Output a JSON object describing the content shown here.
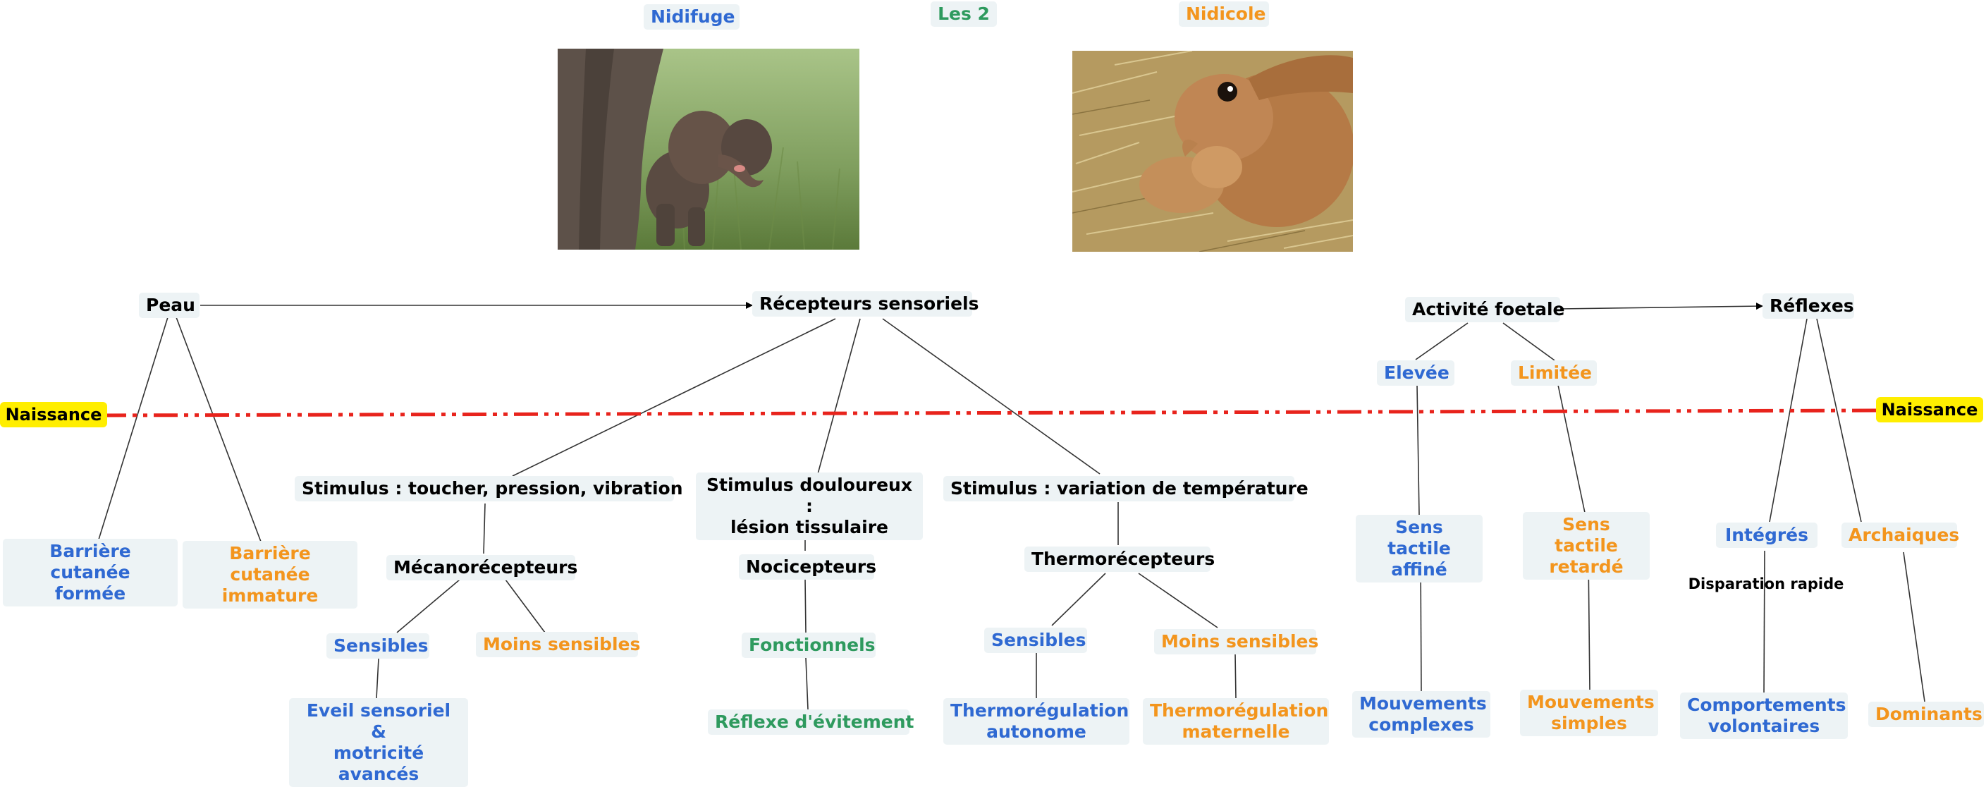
{
  "header": {
    "nidifuge": "Nidifuge",
    "les2": "Les 2",
    "nidicole": "Nidicole"
  },
  "timeline": {
    "label_left": "Naissance",
    "label_right": "Naissance",
    "line_color": "#e8231c",
    "label_bg": "#ffee00"
  },
  "colors": {
    "blue": "#2f69d2",
    "orange": "#f3951d",
    "green": "#2e9a5e",
    "node_bg": "#edf3f5"
  },
  "nodes": {
    "peau": "Peau",
    "barriere_formee": "Barrière cutanée\nformée",
    "barriere_immature": "Barrière cutanée\nimmature",
    "recepteurs": "Récepteurs sensoriels",
    "stim_toucher": "Stimulus : toucher, pression, vibration",
    "mecano": "Mécanorécepteurs",
    "mecano_sensibles": "Sensibles",
    "mecano_moins": "Moins sensibles",
    "eveil": "Eveil sensoriel &\nmotricité avancés",
    "stim_douleur": "Stimulus douloureux :\nlésion tissulaire",
    "nocicepteurs": "Nocicepteurs",
    "fonctionnels": "Fonctionnels",
    "reflexe_evitement": "Réflexe d'évitement",
    "stim_temp": "Stimulus : variation de température",
    "thermo": "Thermorécepteurs",
    "thermo_sensibles": "Sensibles",
    "thermo_moins": "Moins sensibles",
    "thermo_autonome": "Thermorégulation\nautonome",
    "thermo_maternelle": "Thermorégulation\nmaternelle",
    "activite": "Activité foetale",
    "elevee": "Elevée",
    "limitee": "Limitée",
    "sens_affine": "Sens tactile\naffiné",
    "sens_retarde": "Sens tactile\nretardé",
    "mouv_complexes": "Mouvements\ncomplexes",
    "mouv_simples": "Mouvements\nsimples",
    "reflexes": "Réflexes",
    "integres": "Intégrés",
    "archaiques": "Archaiques",
    "disparation": "Disparation rapide",
    "comportements": "Comportements\nvolontaires",
    "dominants": "Dominants"
  },
  "images": {
    "left": "baby-elephant-photo",
    "right": "rabbit-with-kit-photo"
  }
}
